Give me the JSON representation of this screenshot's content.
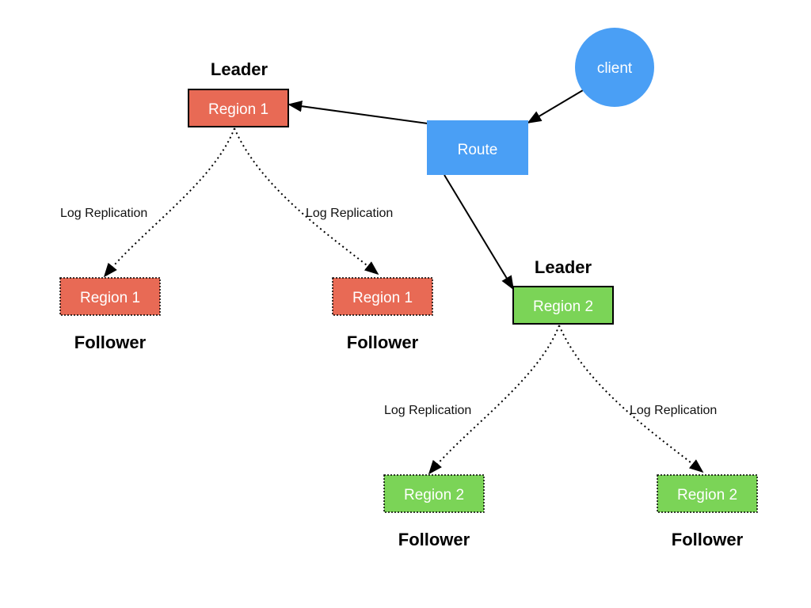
{
  "colors": {
    "region1": "#e86a55",
    "region2": "#7bd457",
    "route": "#4a9ff5",
    "client": "#4a9ff5",
    "edge": "#000000"
  },
  "client": {
    "label": "client",
    "icon": "circle"
  },
  "route": {
    "label": "Route"
  },
  "group1": {
    "leader": {
      "role": "Leader",
      "label": "Region 1"
    },
    "followers": [
      {
        "label": "Region 1",
        "role": "Follower",
        "edge_label": "Log Replication"
      },
      {
        "label": "Region 1",
        "role": "Follower",
        "edge_label": "Log Replication"
      }
    ]
  },
  "group2": {
    "leader": {
      "role": "Leader",
      "label": "Region 2"
    },
    "followers": [
      {
        "label": "Region 2",
        "role": "Follower",
        "edge_label": "Log Replication"
      },
      {
        "label": "Region 2",
        "role": "Follower",
        "edge_label": "Log Replication"
      }
    ]
  }
}
